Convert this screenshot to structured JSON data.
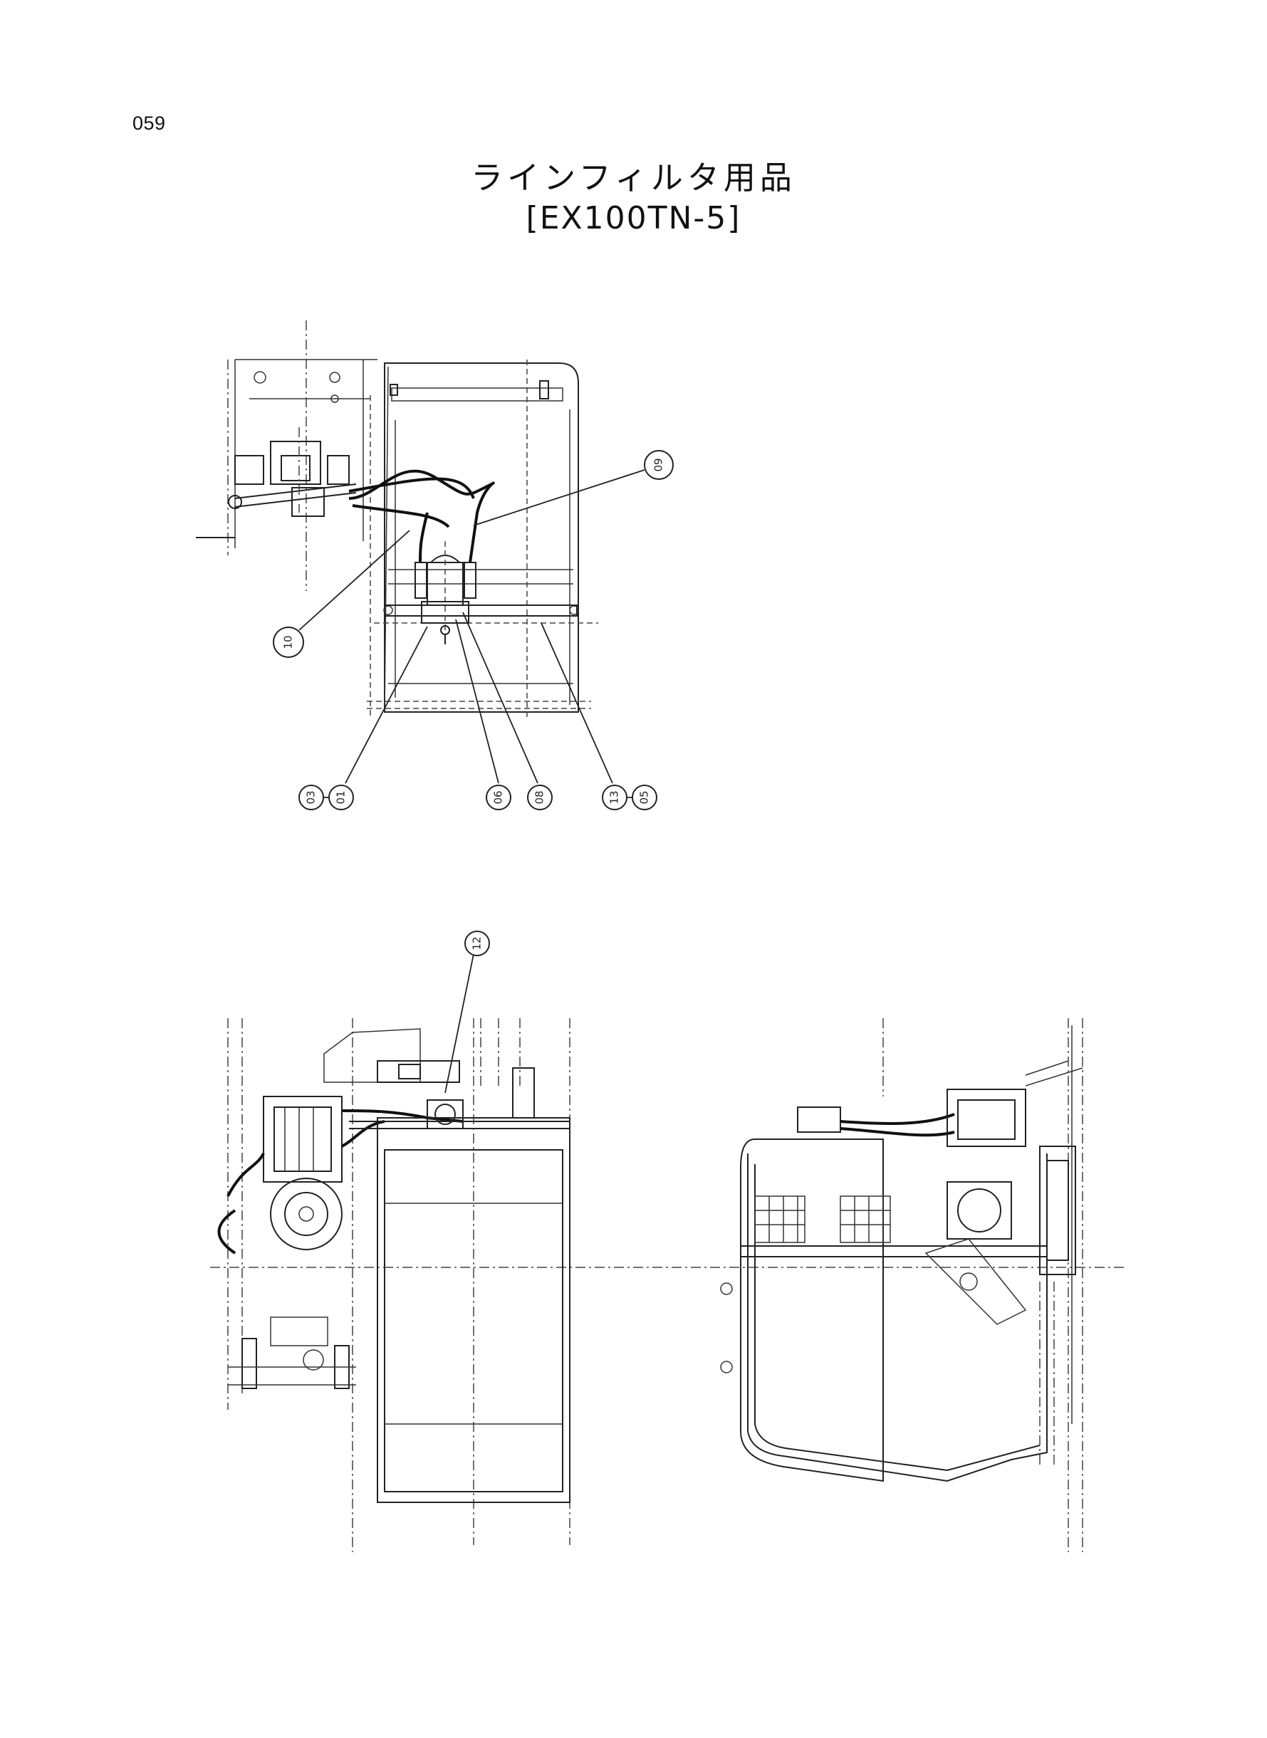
{
  "page_number": "059",
  "title": {
    "japanese": "ラインフィルタ用品",
    "model": "[EX100TN-5]"
  },
  "views": [
    {
      "name": "top-view",
      "callouts": [
        "09",
        "10",
        "03",
        "01",
        "06",
        "08",
        "13",
        "05"
      ]
    },
    {
      "name": "plan-view-lower-left",
      "callouts": [
        "12"
      ]
    },
    {
      "name": "side-view-lower-right",
      "callouts": []
    }
  ],
  "callouts": {
    "c09": "09",
    "c10": "10",
    "c03": "03",
    "c01": "01",
    "c06": "06",
    "c08": "08",
    "c13": "13",
    "c05": "05",
    "c12": "12"
  }
}
